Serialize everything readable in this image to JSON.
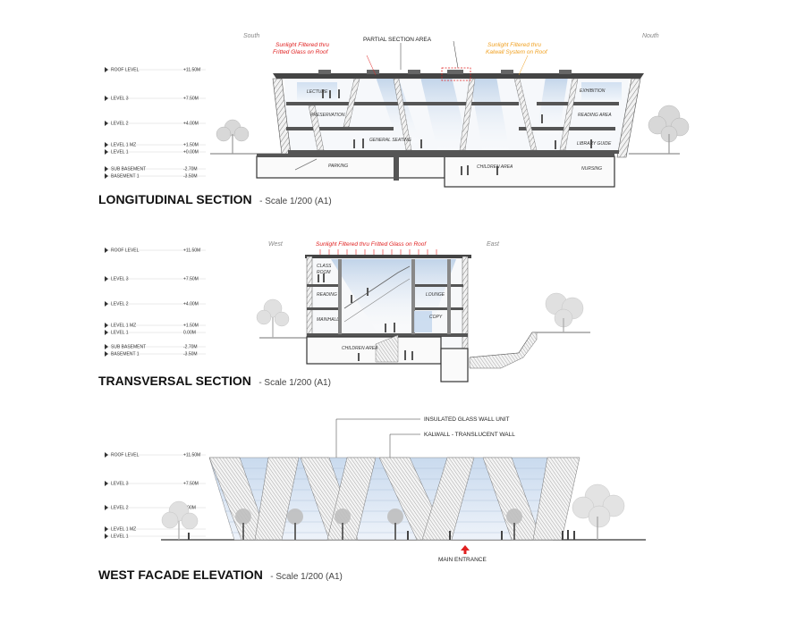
{
  "longitudinal": {
    "title": "LONGITUDINAL SECTION",
    "scale": "- Scale 1/200 (A1)",
    "south": "South",
    "north": "Nouth",
    "note_partial": "PARTIAL SECTION AREA",
    "note_sun_red_1": "Sunlight Filtered thru",
    "note_sun_red_2": "Fritted Glass on Roof",
    "note_sun_org_1": "Sunlight Filtered thru",
    "note_sun_org_2": "Kalwall System on Roof",
    "levels": [
      {
        "name": "ROOF LEVEL",
        "elev": "+11.50M"
      },
      {
        "name": "LEVEL 3",
        "elev": "+7.50M"
      },
      {
        "name": "LEVEL 2",
        "elev": "+4.00M"
      },
      {
        "name": "LEVEL 1 MZ",
        "elev": "+1.50M"
      },
      {
        "name": "LEVEL 1",
        "elev": "+0.00M"
      },
      {
        "name": "SUB BASEMENT",
        "elev": "-2.70M"
      },
      {
        "name": "BASEMENT 1",
        "elev": "-3.50M"
      }
    ],
    "rooms": {
      "lecture": "LECTURE",
      "preservation": "PRESERVATION",
      "general_seating": "GENERAL SEATING",
      "parking": "PARKING",
      "children_area": "CHILDREN AREA",
      "exhibition": "EXHIBITION",
      "reading_area": "READING AREA",
      "library_guide": "LIBRARY GUIDE",
      "nursing": "NURSING"
    }
  },
  "transversal": {
    "title": "TRANSVERSAL SECTION",
    "scale": "- Scale 1/200 (A1)",
    "west": "West",
    "east": "East",
    "note_sun": "Sunlight Filtered thru Fritted Glass on Roof",
    "levels": [
      {
        "name": "ROOF LEVEL",
        "elev": "+11.50M"
      },
      {
        "name": "LEVEL 3",
        "elev": "+7.50M"
      },
      {
        "name": "LEVEL 2",
        "elev": "+4.00M"
      },
      {
        "name": "LEVEL 1 MZ",
        "elev": "+1.50M"
      },
      {
        "name": "LEVEL 1",
        "elev": "0.00M"
      },
      {
        "name": "SUB BASEMENT",
        "elev": "-2.70M"
      },
      {
        "name": "BASEMENT 1",
        "elev": "-3.50M"
      }
    ],
    "rooms": {
      "class_1": "CLASS",
      "class_2": "ROOM",
      "reading": "READING",
      "lounge": "LOUNGE",
      "mainhall": "MAINHALL",
      "copy": "COPY",
      "children_area": "CHILDREN AREA"
    }
  },
  "west": {
    "title": "WEST FACADE ELEVATION",
    "scale": "- Scale 1/200 (A1)",
    "note_glass": "INSULATED GLASS WALL UNIT",
    "note_kalwall": "KALWALL - TRANSLUCENT WALL",
    "main_entrance": "MAIN ENTRANCE",
    "levels": [
      {
        "name": "ROOF LEVEL",
        "elev": "+11.50M"
      },
      {
        "name": "LEVEL 3",
        "elev": "+7.50M"
      },
      {
        "name": "LEVEL 2",
        "elev": "4.00M"
      },
      {
        "name": "LEVEL 1 MZ",
        "elev": ""
      },
      {
        "name": "LEVEL 1",
        "elev": ""
      }
    ]
  },
  "colors": {
    "glass": "#dfe9f5",
    "structure": "#9a9a9a",
    "red": "#e02020",
    "orange": "#f0a020"
  }
}
